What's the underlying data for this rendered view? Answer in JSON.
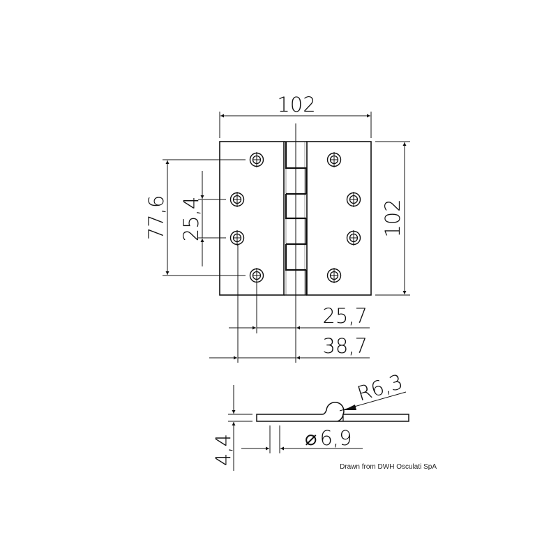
{
  "drawing": {
    "subject": "hinge",
    "views": [
      "front",
      "side"
    ],
    "line_color": "#111111",
    "background": "#ffffff"
  },
  "dimensions": {
    "overall_width": "102",
    "overall_height": "102",
    "outer_hole_spacing": "77,6",
    "inner_hole_spacing": "25,4",
    "inner_hole_offset": "25,7",
    "outer_hole_offset": "38,7",
    "knuckle_radius": "R6,3",
    "hole_diameter": "6,9",
    "hole_diameter_symbol": "⌀",
    "thickness": "4,4"
  },
  "credit": "Drawn from DWH Osculati SpA"
}
